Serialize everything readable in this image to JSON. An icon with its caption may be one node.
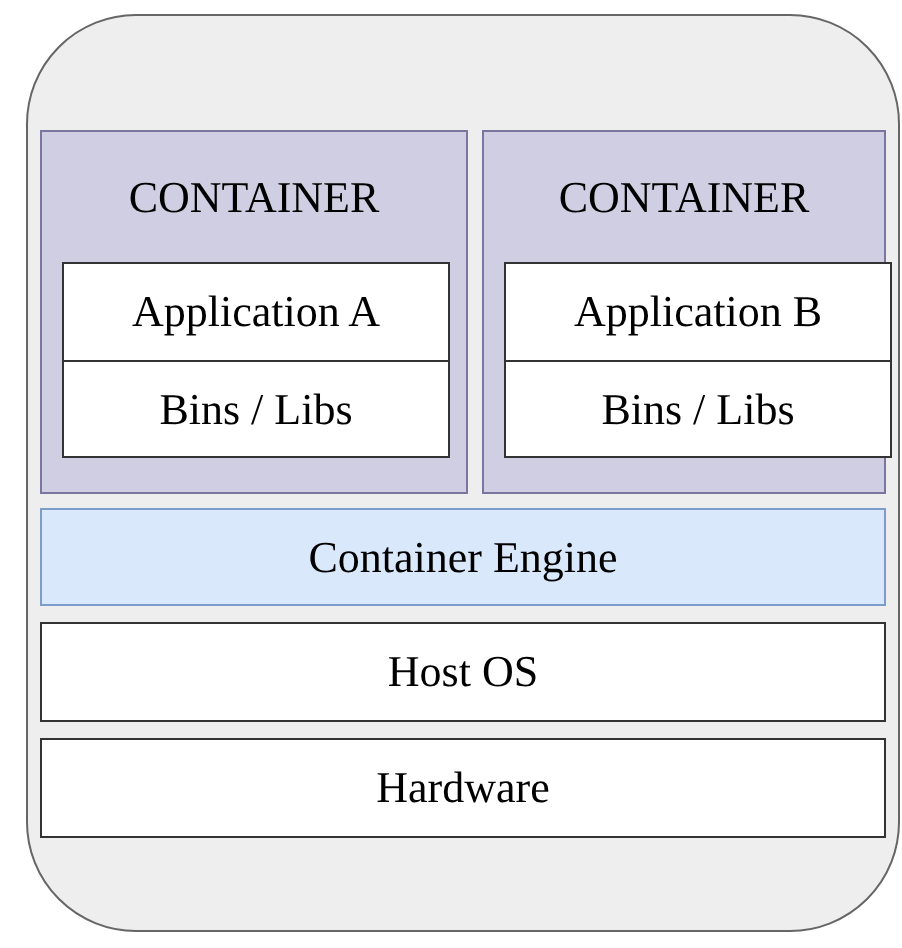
{
  "diagram": {
    "nodes": [
      {
        "text": [],
        "shape": "box"
      },
      {
        "text": [
          "CONTAINER"
        ],
        "in": 0
      },
      {
        "text": [
          "Application A"
        ],
        "in": 1
      },
      {
        "text": [
          "Bins / Libs"
        ],
        "in": 1
      },
      {
        "text": [
          "CONTAINER"
        ],
        "in": 0
      },
      {
        "text": [
          "Application B"
        ],
        "in": 4
      },
      {
        "text": [
          "Bins / Libs"
        ],
        "in": 4
      },
      {
        "text": [
          "Container Engine"
        ],
        "in": 0
      },
      {
        "text": [
          "Host OS"
        ],
        "in": 0
      },
      {
        "text": [
          "Hardware"
        ],
        "in": 0
      }
    ]
  }
}
